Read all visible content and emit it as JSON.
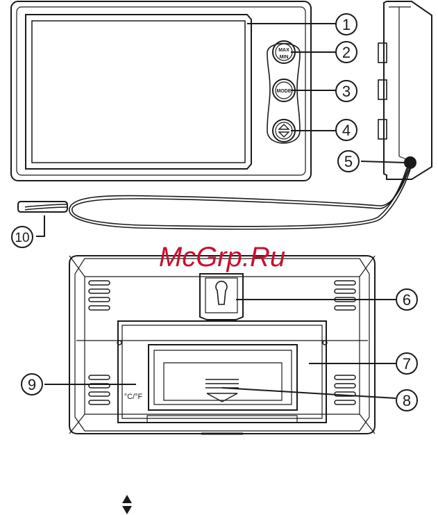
{
  "watermark": "McGrp.Ru",
  "callouts": [
    "1",
    "2",
    "3",
    "4",
    "5",
    "6",
    "7",
    "8",
    "9",
    "10"
  ],
  "buttons": {
    "max_min_top": "MAX",
    "max_min_bottom": "MIN",
    "mode": "MODE"
  },
  "back_label": "°C/°F",
  "colors": {
    "line": "#1a1a1a",
    "watermark": "#c8102e"
  },
  "icons": {
    "up_down": "up-down-arrow-icon"
  }
}
